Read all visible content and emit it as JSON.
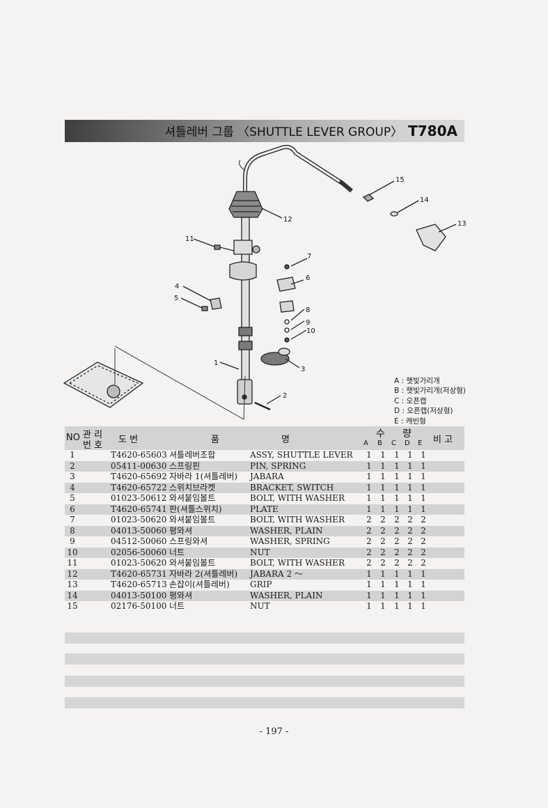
{
  "header": {
    "title": "셔틀레버 그룹 〈SHUTTLE LEVER GROUP〉",
    "model": "T780A"
  },
  "diagram": {
    "callouts": [
      "1",
      "2",
      "3",
      "4",
      "5",
      "6",
      "7",
      "8",
      "9",
      "10",
      "11",
      "12",
      "13",
      "14",
      "15"
    ]
  },
  "legend": [
    "A : 햇빛가리개",
    "B : 햇빛가리개(저상형)",
    "C : 오픈캡",
    "D : 오픈캡(저상형)",
    "E : 캐빈형"
  ],
  "table": {
    "headers": {
      "no": "NO",
      "mgmt_top": "관 리",
      "mgmt_bottom": "번 호",
      "part_no": "도 번",
      "name_a": "품",
      "name_b": "명",
      "qty_a": "수",
      "qty_b": "량",
      "remarks": "비 고",
      "qty_cols": [
        "A",
        "B",
        "C",
        "D",
        "E"
      ]
    },
    "rows": [
      {
        "no": "1",
        "part": "T4620-65603",
        "kr": "셔틀레버조합",
        "en": "ASSY, SHUTTLE LEVER",
        "q": [
          "1",
          "1",
          "1",
          "1",
          "1"
        ]
      },
      {
        "no": "2",
        "part": "05411-00630",
        "kr": "스프링핀",
        "en": "PIN, SPRING",
        "q": [
          "1",
          "1",
          "1",
          "1",
          "1"
        ]
      },
      {
        "no": "3",
        "part": "T4620-65692",
        "kr": "자바라 1(셔틀레버)",
        "en": "JABARA",
        "q": [
          "1",
          "1",
          "1",
          "1",
          "1"
        ]
      },
      {
        "no": "4",
        "part": "T4620-65722",
        "kr": "스위치브라켓",
        "en": "BRACKET, SWITCH",
        "q": [
          "1",
          "1",
          "1",
          "1",
          "1"
        ]
      },
      {
        "no": "5",
        "part": "01023-50612",
        "kr": "와셔붙임볼트",
        "en": "BOLT, WITH WASHER",
        "q": [
          "1",
          "1",
          "1",
          "1",
          "1"
        ]
      },
      {
        "no": "6",
        "part": "T4620-65741",
        "kr": "판(셔틀스위치)",
        "en": "PLATE",
        "q": [
          "1",
          "1",
          "1",
          "1",
          "1"
        ]
      },
      {
        "no": "7",
        "part": "01023-50620",
        "kr": "와셔붙임볼트",
        "en": "BOLT, WITH WASHER",
        "q": [
          "2",
          "2",
          "2",
          "2",
          "2"
        ]
      },
      {
        "no": "8",
        "part": "04013-50060",
        "kr": "평와셔",
        "en": "WASHER, PLAIN",
        "q": [
          "2",
          "2",
          "2",
          "2",
          "2"
        ]
      },
      {
        "no": "9",
        "part": "04512-50060",
        "kr": "스프링와셔",
        "en": "WASHER, SPRING",
        "q": [
          "2",
          "2",
          "2",
          "2",
          "2"
        ]
      },
      {
        "no": "10",
        "part": "02056-50060",
        "kr": "너트",
        "en": "NUT",
        "q": [
          "2",
          "2",
          "2",
          "2",
          "2"
        ]
      },
      {
        "no": "11",
        "part": "01023-50620",
        "kr": "와셔붙임볼트",
        "en": "BOLT, WITH WASHER",
        "q": [
          "2",
          "2",
          "2",
          "2",
          "2"
        ]
      },
      {
        "no": "12",
        "part": "T4620-65731",
        "kr": "자바라 2(셔틀레버)",
        "en": "JABARA 2 〜",
        "q": [
          "1",
          "1",
          "1",
          "1",
          "1"
        ]
      },
      {
        "no": "13",
        "part": "T4620-65713",
        "kr": "손잡이(셔틀레버)",
        "en": "GRIP",
        "q": [
          "1",
          "1",
          "1",
          "1",
          "1"
        ]
      },
      {
        "no": "14",
        "part": "04013-50100",
        "kr": "평와셔",
        "en": "WASHER, PLAIN",
        "q": [
          "1",
          "1",
          "1",
          "1",
          "1"
        ]
      },
      {
        "no": "15",
        "part": "02176-50100",
        "kr": "너트",
        "en": "NUT",
        "q": [
          "1",
          "1",
          "1",
          "1",
          "1"
        ]
      }
    ]
  },
  "page_number": "- 197 -"
}
